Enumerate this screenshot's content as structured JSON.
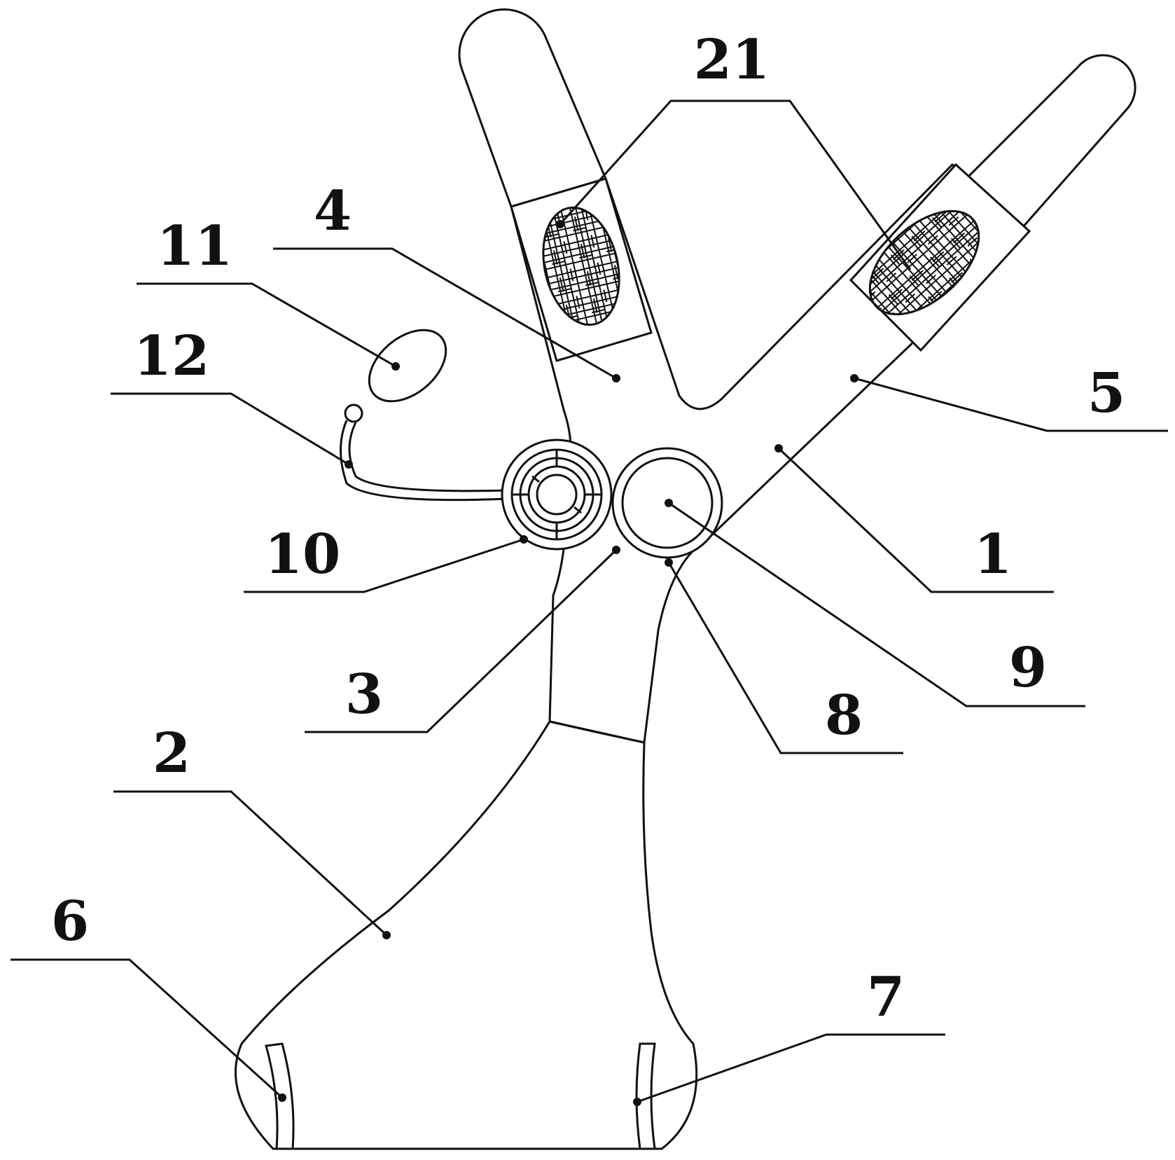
{
  "figure": {
    "labels": [
      "21",
      "4",
      "11",
      "12",
      "5",
      "1",
      "10",
      "3",
      "9",
      "8",
      "2",
      "6",
      "7"
    ],
    "colors": {
      "ink": "#111111",
      "paper": "#ffffff"
    }
  }
}
